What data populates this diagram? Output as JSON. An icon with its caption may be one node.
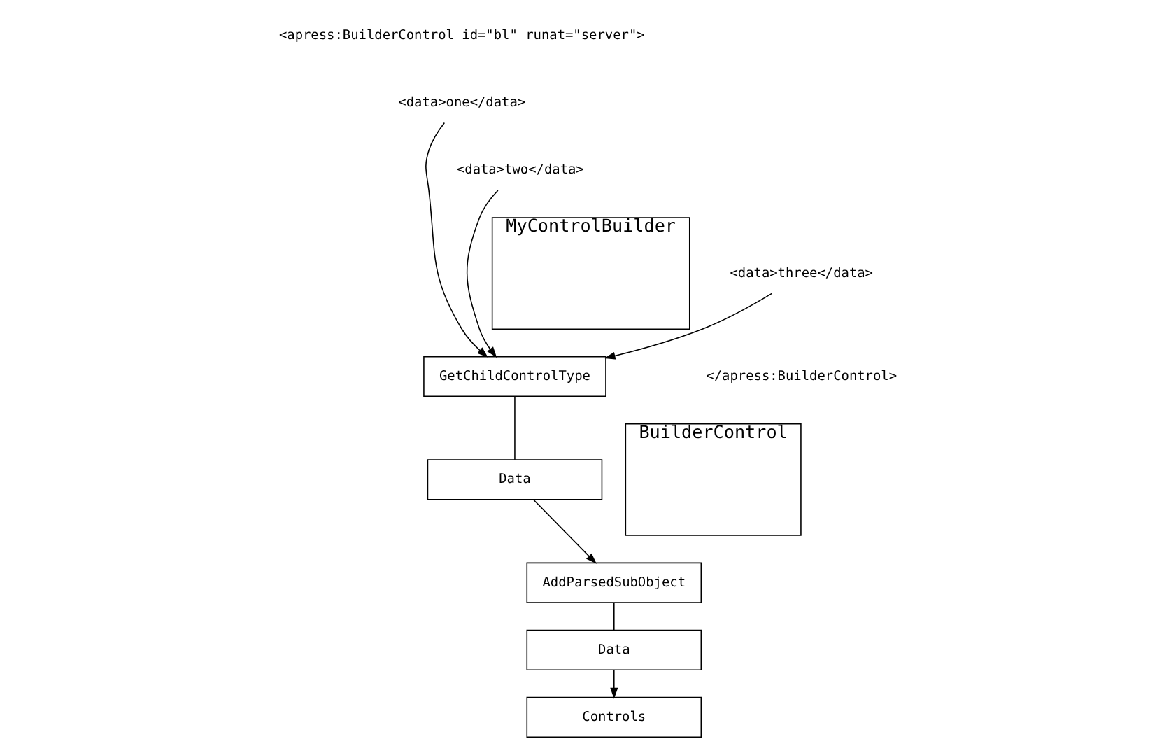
{
  "diagram": {
    "nodes": [
      {
        "text": [
          "<data>one</data>"
        ]
      },
      {
        "text": [
          "<data>two</data>"
        ]
      },
      {
        "text": [
          "<data>three</data>"
        ]
      },
      {
        "text": [
          "MyControlBuilder"
        ]
      },
      {
        "text": [
          "GetChildControlType"
        ]
      },
      {
        "text": [
          "Data"
        ]
      },
      {
        "text": [
          "BuilderControl"
        ]
      },
      {
        "text": [
          "AddParsedSubObject"
        ]
      },
      {
        "text": [
          "Data"
        ]
      },
      {
        "text": [
          "Controls"
        ]
      }
    ],
    "edges": [
      {
        "from": 0,
        "to": 4,
        "arrow": "to"
      },
      {
        "from": 1,
        "to": 4,
        "arrow": "to"
      },
      {
        "from": 2,
        "to": 4,
        "arrow": "to"
      },
      {
        "from": 4,
        "to": 5,
        "arrow": "none"
      },
      {
        "from": 5,
        "to": 7,
        "arrow": "to"
      },
      {
        "from": 7,
        "to": 8,
        "arrow": "none"
      },
      {
        "from": 8,
        "to": 9,
        "arrow": "to"
      }
    ],
    "labels": [
      "<apress:BuilderControl id=\"bl\" runat=\"server\">",
      "</apress:BuilderControl>"
    ]
  }
}
